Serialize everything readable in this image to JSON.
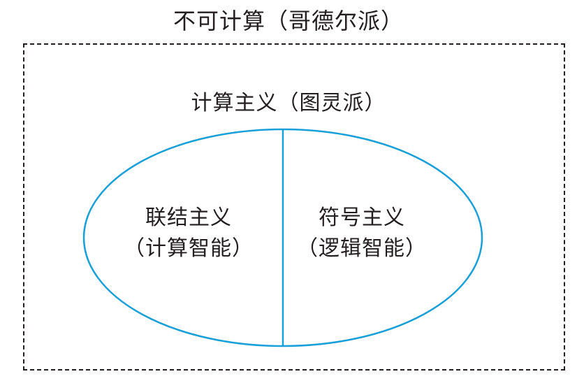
{
  "outer": {
    "title": "不可计算（哥德尔派）"
  },
  "inner": {
    "title": "计算主义（图灵派）"
  },
  "regions": [
    {
      "line1": "联结主义",
      "line2": "（计算智能）"
    },
    {
      "line1": "符号主义",
      "line2": "（逻辑智能）"
    }
  ],
  "colors": {
    "ellipse": "#1aa0d8",
    "text": "#231f20",
    "border": "#231f20"
  }
}
